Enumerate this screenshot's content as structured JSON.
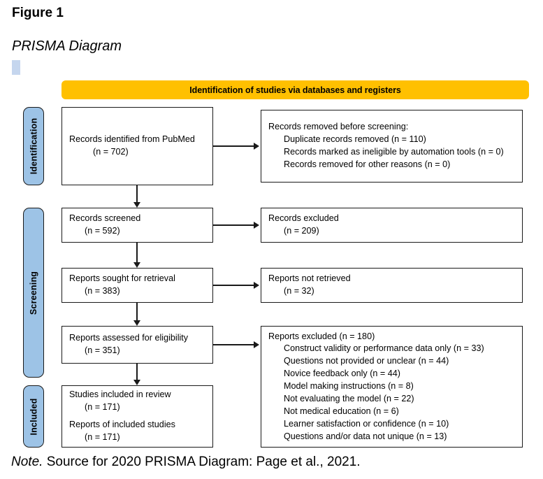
{
  "figure": {
    "label": "Figure 1",
    "subtitle": "PRISMA Diagram",
    "note_prefix": "Note.",
    "note_text": " Source for 2020 PRISMA Diagram: Page et al., 2021."
  },
  "colors": {
    "banner": "#FFC000",
    "stage_label": "#9DC3E6",
    "title_marker": "#C5D6EE",
    "box_border": "#1A1A1A",
    "box_fill": "#FFFFFF"
  },
  "banner": {
    "title": "Identification of studies via databases and registers"
  },
  "stages": [
    {
      "key": "identification",
      "label": "Identification"
    },
    {
      "key": "screening",
      "label": "Screening"
    },
    {
      "key": "included",
      "label": "Included"
    }
  ],
  "boxes": {
    "identified": {
      "lines": [
        {
          "text": "Records identified from PubMed",
          "indent": 0
        },
        {
          "text": "(n = 702)",
          "indent": 1
        }
      ]
    },
    "removed": {
      "lines": [
        {
          "text_before": "Records removed ",
          "text_em": "before screening",
          "text_after": ":",
          "indent": 0
        },
        {
          "text": "Duplicate records removed (n = 110)",
          "indent": 1
        },
        {
          "text": "Records marked as ineligible by automation tools (n = 0)",
          "indent": 1
        },
        {
          "text": "Records removed for other reasons (n = 0)",
          "indent": 1
        }
      ]
    },
    "screened": {
      "lines": [
        {
          "text": "Records screened",
          "indent": 0
        },
        {
          "text": "(n = 592)",
          "indent": 1
        }
      ]
    },
    "records_excluded": {
      "lines": [
        {
          "text": "Records excluded",
          "indent": 0
        },
        {
          "text": "(n = 209)",
          "indent": 1
        }
      ]
    },
    "sought": {
      "lines": [
        {
          "text": "Reports sought for retrieval",
          "indent": 0
        },
        {
          "text": "(n = 383)",
          "indent": 1
        }
      ]
    },
    "not_retrieved": {
      "lines": [
        {
          "text": "Reports not retrieved",
          "indent": 0
        },
        {
          "text": "(n = 32)",
          "indent": 1
        }
      ]
    },
    "assessed": {
      "lines": [
        {
          "text": "Reports assessed for eligibility",
          "indent": 0
        },
        {
          "text": "(n = 351)",
          "indent": 1
        }
      ]
    },
    "reports_excluded": {
      "lines": [
        {
          "text": "Reports excluded (n = 180)",
          "indent": 0
        },
        {
          "text": "Construct validity or performance data only (n = 33)",
          "indent": 1
        },
        {
          "text": "Questions not provided or unclear (n = 44)",
          "indent": 1
        },
        {
          "text": "Novice feedback only (n = 44)",
          "indent": 1
        },
        {
          "text": "Model making instructions (n = 8)",
          "indent": 1
        },
        {
          "text": "Not evaluating the model (n = 22)",
          "indent": 1
        },
        {
          "text": "Not medical education (n = 6)",
          "indent": 1
        },
        {
          "text": "Learner satisfaction or confidence (n = 10)",
          "indent": 1
        },
        {
          "text": "Questions and/or data not unique (n = 13)",
          "indent": 1
        }
      ]
    },
    "included": {
      "lines": [
        {
          "text": "Studies included in review",
          "indent": 0
        },
        {
          "text": "(n = 171)",
          "indent": 1
        },
        {
          "spacer": true
        },
        {
          "text": "Reports of included studies",
          "indent": 0
        },
        {
          "text": "(n = 171)",
          "indent": 1
        }
      ]
    }
  },
  "chart_data": {
    "type": "diagram",
    "title": "PRISMA 2020 flow diagram",
    "nodes": [
      {
        "id": "identified",
        "stage": "Identification",
        "column": "left",
        "label": "Records identified from PubMed",
        "n": 702
      },
      {
        "id": "removed",
        "stage": "Identification",
        "column": "right",
        "label": "Records removed before screening",
        "breakdown": [
          {
            "label": "Duplicate records removed",
            "n": 110
          },
          {
            "label": "Records marked as ineligible by automation tools",
            "n": 0
          },
          {
            "label": "Records removed for other reasons",
            "n": 0
          }
        ]
      },
      {
        "id": "screened",
        "stage": "Screening",
        "column": "left",
        "label": "Records screened",
        "n": 592
      },
      {
        "id": "records_excluded",
        "stage": "Screening",
        "column": "right",
        "label": "Records excluded",
        "n": 209
      },
      {
        "id": "sought",
        "stage": "Screening",
        "column": "left",
        "label": "Reports sought for retrieval",
        "n": 383
      },
      {
        "id": "not_retrieved",
        "stage": "Screening",
        "column": "right",
        "label": "Reports not retrieved",
        "n": 32
      },
      {
        "id": "assessed",
        "stage": "Screening",
        "column": "left",
        "label": "Reports assessed for eligibility",
        "n": 351
      },
      {
        "id": "reports_excluded",
        "stage": "Screening",
        "column": "right",
        "label": "Reports excluded",
        "n": 180,
        "breakdown": [
          {
            "label": "Construct validity or performance data only",
            "n": 33
          },
          {
            "label": "Questions not provided or unclear",
            "n": 44
          },
          {
            "label": "Novice feedback only",
            "n": 44
          },
          {
            "label": "Model making instructions",
            "n": 8
          },
          {
            "label": "Not evaluating the model",
            "n": 22
          },
          {
            "label": "Not medical education",
            "n": 6
          },
          {
            "label": "Learner satisfaction or confidence",
            "n": 10
          },
          {
            "label": "Questions and/or data not unique",
            "n": 13
          }
        ]
      },
      {
        "id": "included_studies",
        "stage": "Included",
        "column": "left",
        "label": "Studies included in review",
        "n": 171
      },
      {
        "id": "included_reports",
        "stage": "Included",
        "column": "left",
        "label": "Reports of included studies",
        "n": 171
      }
    ],
    "edges": [
      {
        "from": "identified",
        "to": "removed",
        "direction": "right"
      },
      {
        "from": "identified",
        "to": "screened",
        "direction": "down"
      },
      {
        "from": "screened",
        "to": "records_excluded",
        "direction": "right"
      },
      {
        "from": "screened",
        "to": "sought",
        "direction": "down"
      },
      {
        "from": "sought",
        "to": "not_retrieved",
        "direction": "right"
      },
      {
        "from": "sought",
        "to": "assessed",
        "direction": "down"
      },
      {
        "from": "assessed",
        "to": "reports_excluded",
        "direction": "right"
      },
      {
        "from": "assessed",
        "to": "included_studies",
        "direction": "down"
      }
    ]
  }
}
